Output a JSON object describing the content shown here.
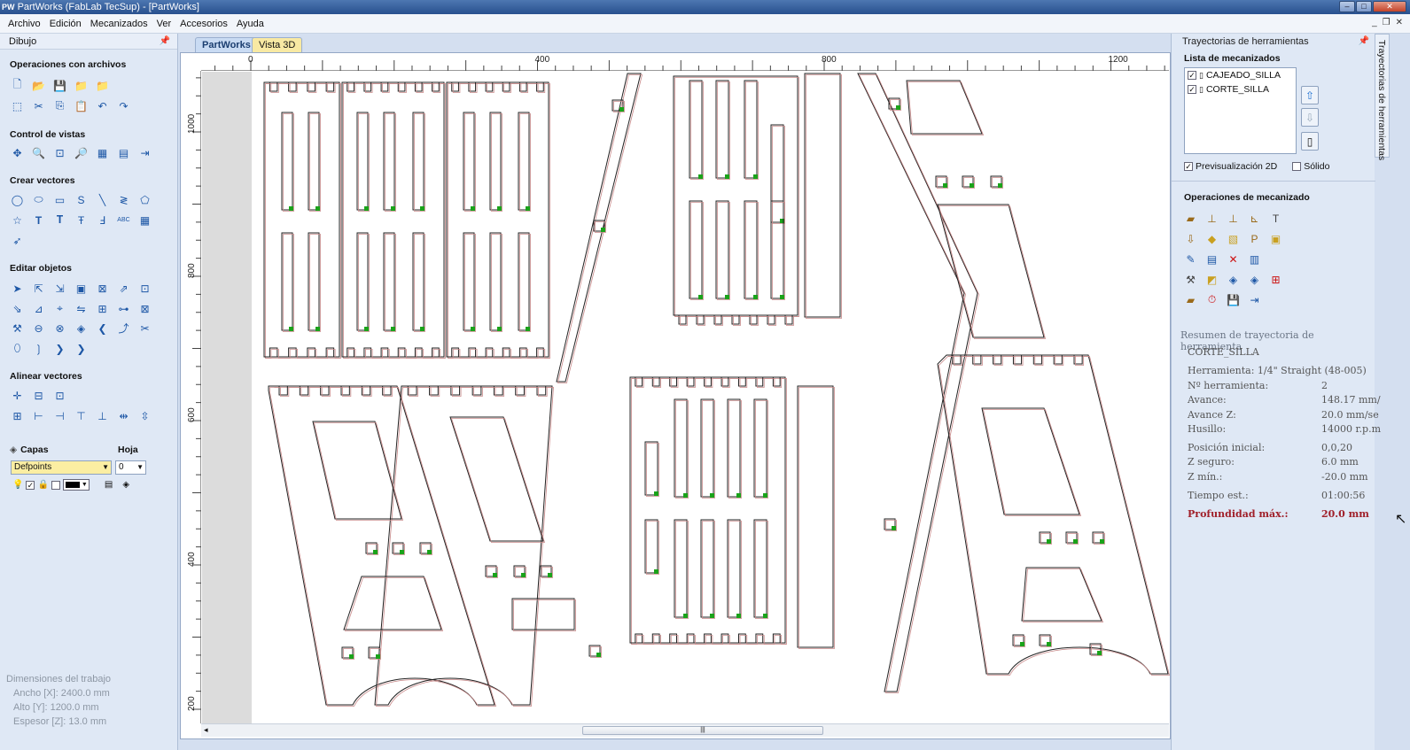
{
  "window": {
    "title": "PartWorks (FabLab TecSup) - [PartWorks]",
    "app_icon": "PW"
  },
  "menu": [
    "Archivo",
    "Edición",
    "Mecanizados",
    "Ver",
    "Accesorios",
    "Ayuda"
  ],
  "left_panel": {
    "title": "Dibujo",
    "sections": {
      "files": "Operaciones con archivos",
      "view": "Control de vistas",
      "create": "Crear vectores",
      "edit": "Editar objetos",
      "align": "Alinear vectores"
    },
    "layers": {
      "label": "Capas",
      "sheet_label": "Hoja",
      "layer_value": "Defpoints",
      "sheet_value": "0"
    },
    "job_dims": {
      "title": "Dimensiones del trabajo",
      "width": "Ancho  [X]: 2400.0 mm",
      "height": "Alto   [Y]: 1200.0 mm",
      "thickness": "Espesor [Z]: 13.0 mm"
    }
  },
  "tabs": [
    {
      "label": "PartWorks",
      "active": true
    },
    {
      "label": "Vista 3D",
      "active": false
    }
  ],
  "rulers": {
    "h_labels": [
      "0",
      "400",
      "800",
      "1200"
    ],
    "v_labels": [
      "1000",
      "800",
      "600",
      "400",
      "200"
    ]
  },
  "right_panel": {
    "title": "Trayectorias de herramientas",
    "list_title": "Lista de mecanizados",
    "toolpaths": [
      {
        "name": "CAJEADO_SILLA",
        "checked": true
      },
      {
        "name": "CORTE_SILLA",
        "checked": true
      }
    ],
    "preview_2d": "Previsualización 2D",
    "solid": "Sólido",
    "ops_title": "Operaciones de mecanizado",
    "summary": {
      "title": "Resumen de trayectoria de herramienta",
      "name": "CORTE_SILLA",
      "tool": "Herramienta: 1/4\" Straight  (48-005)",
      "rows": [
        {
          "k": "Nº herramienta:",
          "v": "2"
        },
        {
          "k": "Avance:",
          "v": "148.17 mm/"
        },
        {
          "k": "Avance Z:",
          "v": "20.0 mm/se"
        },
        {
          "k": "Husillo:",
          "v": "14000 r.p.m"
        },
        {
          "k": "Posición inicial:",
          "v": "0,0,20"
        },
        {
          "k": "Z seguro:",
          "v": "6.0 mm"
        },
        {
          "k": "Z mín.:",
          "v": "-20.0 mm"
        },
        {
          "k": "Tiempo est.:",
          "v": "01:00:56"
        },
        {
          "k": "Profundidad máx.:",
          "v": "20.0 mm"
        }
      ]
    },
    "side_tab": "Trayectorias de herramientas"
  },
  "colors": {
    "accent": "#1d57a6",
    "cut_path": "#c98a8a",
    "marker": "#1aa31a",
    "max_depth": "#a0202a"
  }
}
